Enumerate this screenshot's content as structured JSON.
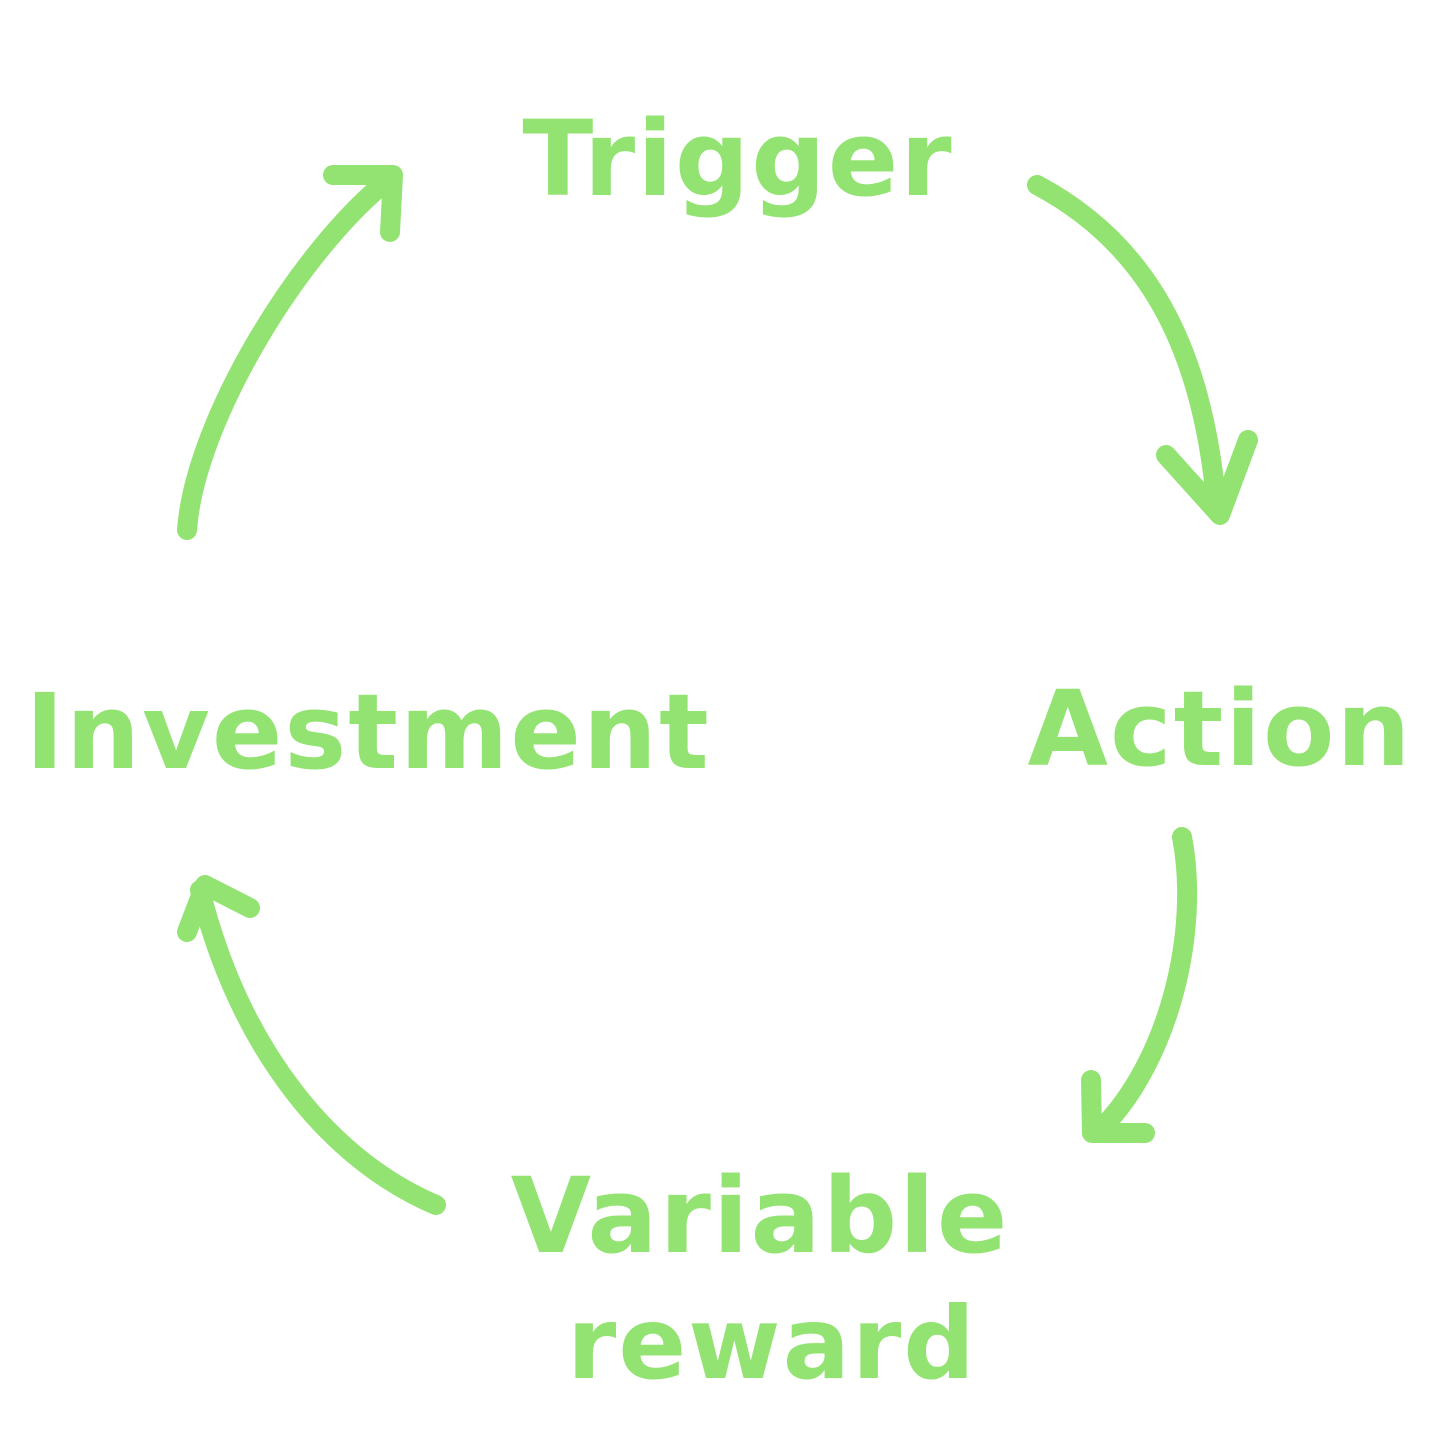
{
  "colors": {
    "stroke": "#93e373",
    "background": "#ffffff"
  },
  "stages": {
    "trigger": "Trigger",
    "action": "Action",
    "reward_line1": "Variable",
    "reward_line2": "reward",
    "investment": "Investment"
  }
}
